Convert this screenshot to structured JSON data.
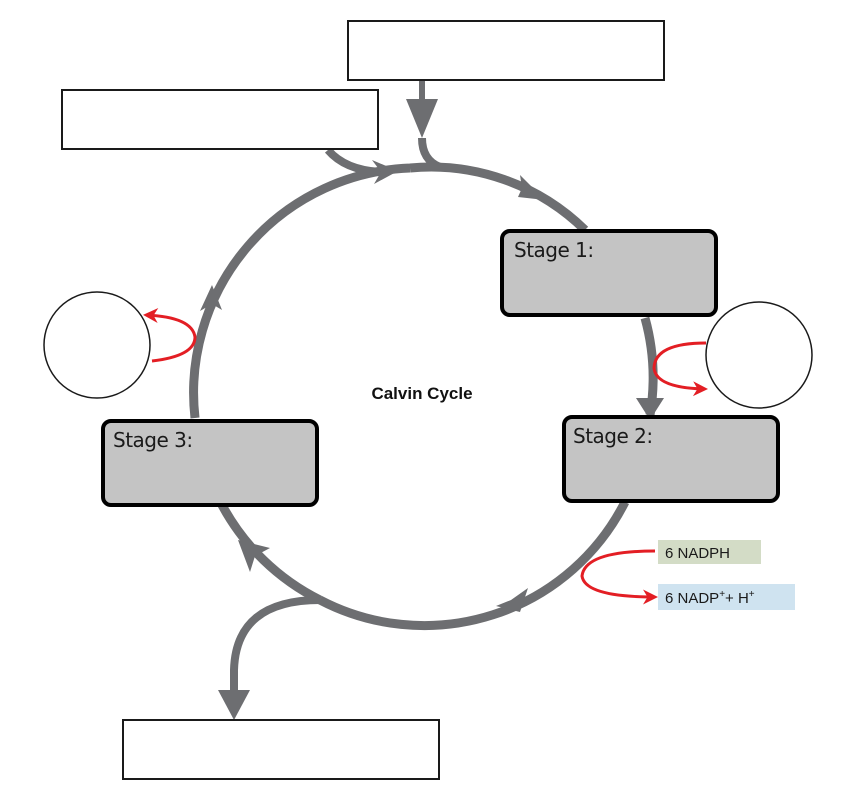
{
  "diagram": {
    "title": "Calvin Cycle",
    "stages": [
      {
        "id": "stage-1",
        "label": "Stage 1:"
      },
      {
        "id": "stage-2",
        "label": "Stage 2:"
      },
      {
        "id": "stage-3",
        "label": "Stage 3:"
      }
    ],
    "blank_boxes": [
      {
        "id": "input-top",
        "role": "input",
        "text": ""
      },
      {
        "id": "input-left",
        "role": "input",
        "text": ""
      },
      {
        "id": "output-bottom",
        "role": "output",
        "text": ""
      }
    ],
    "blank_circles": [
      {
        "id": "stage-1-cofactor",
        "text": ""
      },
      {
        "id": "stage-3-cofactor",
        "text": ""
      }
    ],
    "molecules": {
      "nadph": {
        "text": "6 NADPH",
        "bg": "#d3dcc6"
      },
      "nadp": {
        "prefix": "6 NADP",
        "sup1": "+",
        "mid": "+ H",
        "sup2": "+",
        "bg": "#cfe3f0"
      }
    },
    "colors": {
      "cycle": "#6d6e71",
      "cofactor_arrow": "#e31e24",
      "stage_fill": "#c4c4c4",
      "stage_border": "#000000"
    }
  }
}
